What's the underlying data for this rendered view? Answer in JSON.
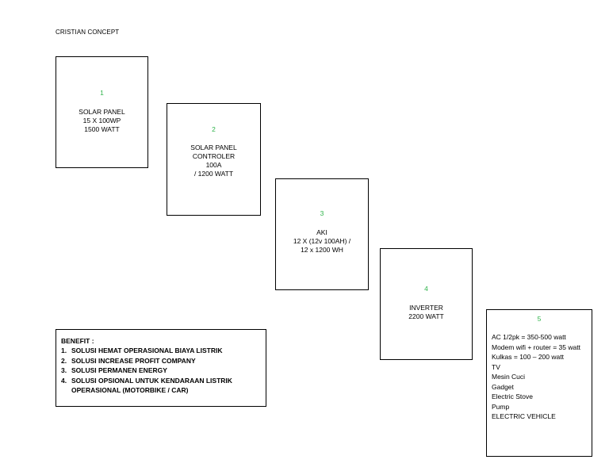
{
  "title": "CRISTIAN CONCEPT",
  "steps": [
    {
      "number": "1",
      "lines": [
        "SOLAR PANEL",
        "15 X 100WP",
        "1500 WATT"
      ]
    },
    {
      "number": "2",
      "lines": [
        "SOLAR PANEL",
        "CONTROLER",
        "100A",
        "/ 1200 WATT"
      ]
    },
    {
      "number": "3",
      "lines": [
        "AKI",
        "12 X (12v 100AH) /",
        "12 x 1200 WH"
      ]
    },
    {
      "number": "4",
      "lines": [
        "INVERTER",
        "2200 WATT"
      ]
    }
  ],
  "loads": {
    "number": "5",
    "items": [
      "AC 1/2pk = 350-500 watt",
      "Modem wifi + router = 35 watt",
      "Kulkas = 100 – 200 watt",
      "TV",
      "Mesin Cuci",
      "Gadget",
      "Electric Stove",
      "Pump",
      "ELECTRIC VEHICLE"
    ]
  },
  "benefit": {
    "title": "BENEFIT :",
    "items": [
      {
        "n": "1.",
        "text": "SOLUSI HEMAT OPERASIONAL BIAYA LISTRIK"
      },
      {
        "n": "2.",
        "text": "SOLUSI INCREASE PROFIT COMPANY"
      },
      {
        "n": "3.",
        "text": "SOLUSI PERMANEN ENERGY"
      },
      {
        "n": "4.",
        "text": "SOLUSI OPSIONAL UNTUK KENDARAAN LISTRIK OPERASIONAL (MOTORBIKE / CAR)"
      }
    ]
  },
  "colors": {
    "step_number": "#2fb34a",
    "border": "#000000",
    "background": "#ffffff"
  }
}
